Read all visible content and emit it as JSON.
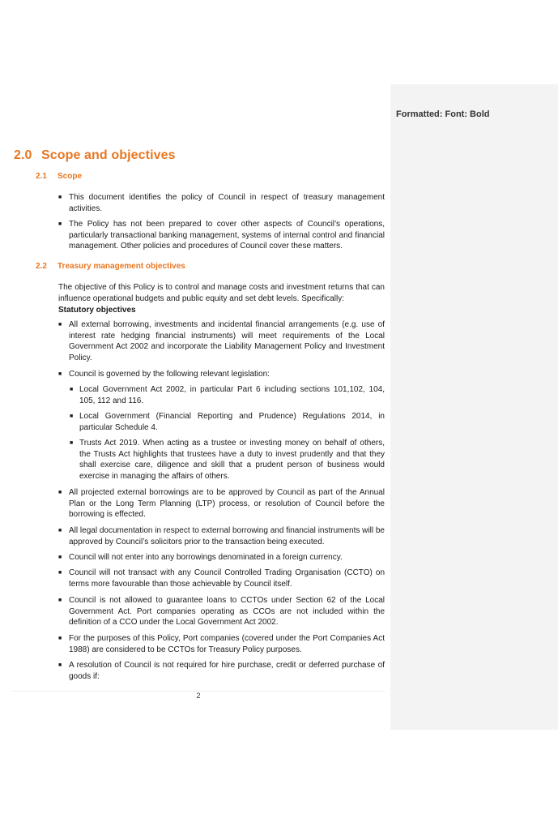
{
  "comments": {
    "title": "Formatted: Font: Bold"
  },
  "section": {
    "number": "2.0",
    "title": "Scope and objectives"
  },
  "scope": {
    "number": "2.1",
    "title": "Scope",
    "bullets": [
      "This document identifies the policy of Council in respect of treasury management activities.",
      "The Policy has not been prepared to cover other aspects of Council’s operations, particularly transactional banking management, systems of internal control and financial management.  Other policies and procedures of Council cover these matters."
    ]
  },
  "objectives": {
    "number": "2.2",
    "title": "Treasury management objectives",
    "intro": "The objective of this Policy is to control and manage costs and investment returns that can influence operational budgets and public equity and set debt levels. Specifically:",
    "statutory_label": "Statutory objectives",
    "bullets": [
      "All external borrowing, investments and incidental financial arrangements (e.g. use of interest rate hedging financial instruments) will meet requirements of the Local Government Act 2002 and incorporate the Liability Management Policy and Investment Policy.",
      "Council is governed by the following relevant legislation:",
      "All projected external borrowings are to be approved by Council as part of the Annual Plan or the Long Term Planning (LTP) process, or resolution of Council before the borrowing is effected.",
      "All legal documentation in respect to external borrowing and financial instruments will be approved by Council’s solicitors prior to the transaction being executed.",
      "Council will not enter into any borrowings denominated in a foreign currency.",
      "Council will not transact with any Council Controlled Trading Organisation (CCTO) on terms more favourable than those achievable by Council itself.",
      "Council is not allowed to guarantee loans to CCTOs under Section 62 of the Local Government Act. Port companies operating as CCOs are not included within the definition of a CCO under the Local Government Act 2002.",
      "For the purposes of this Policy, Port companies (covered under the Port Companies Act 1988) are considered to be CCTOs for Treasury Policy purposes.",
      "A resolution of Council is not required for hire purchase, credit or deferred purchase of goods if:"
    ],
    "legislation": [
      "Local Government Act 2002, in particular Part 6 including sections 101,102, 104, 105, 112 and 116.",
      "Local Government (Financial Reporting and Prudence) Regulations 2014, in particular Schedule 4.",
      "Trusts Act 2019. When acting as a trustee or investing money on behalf of others, the Trusts Act highlights that trustees have a duty to invest prudently and that they shall exercise care, diligence and skill that a prudent person of business would exercise in managing the affairs of others."
    ]
  },
  "footer": {
    "page_number": "2"
  }
}
